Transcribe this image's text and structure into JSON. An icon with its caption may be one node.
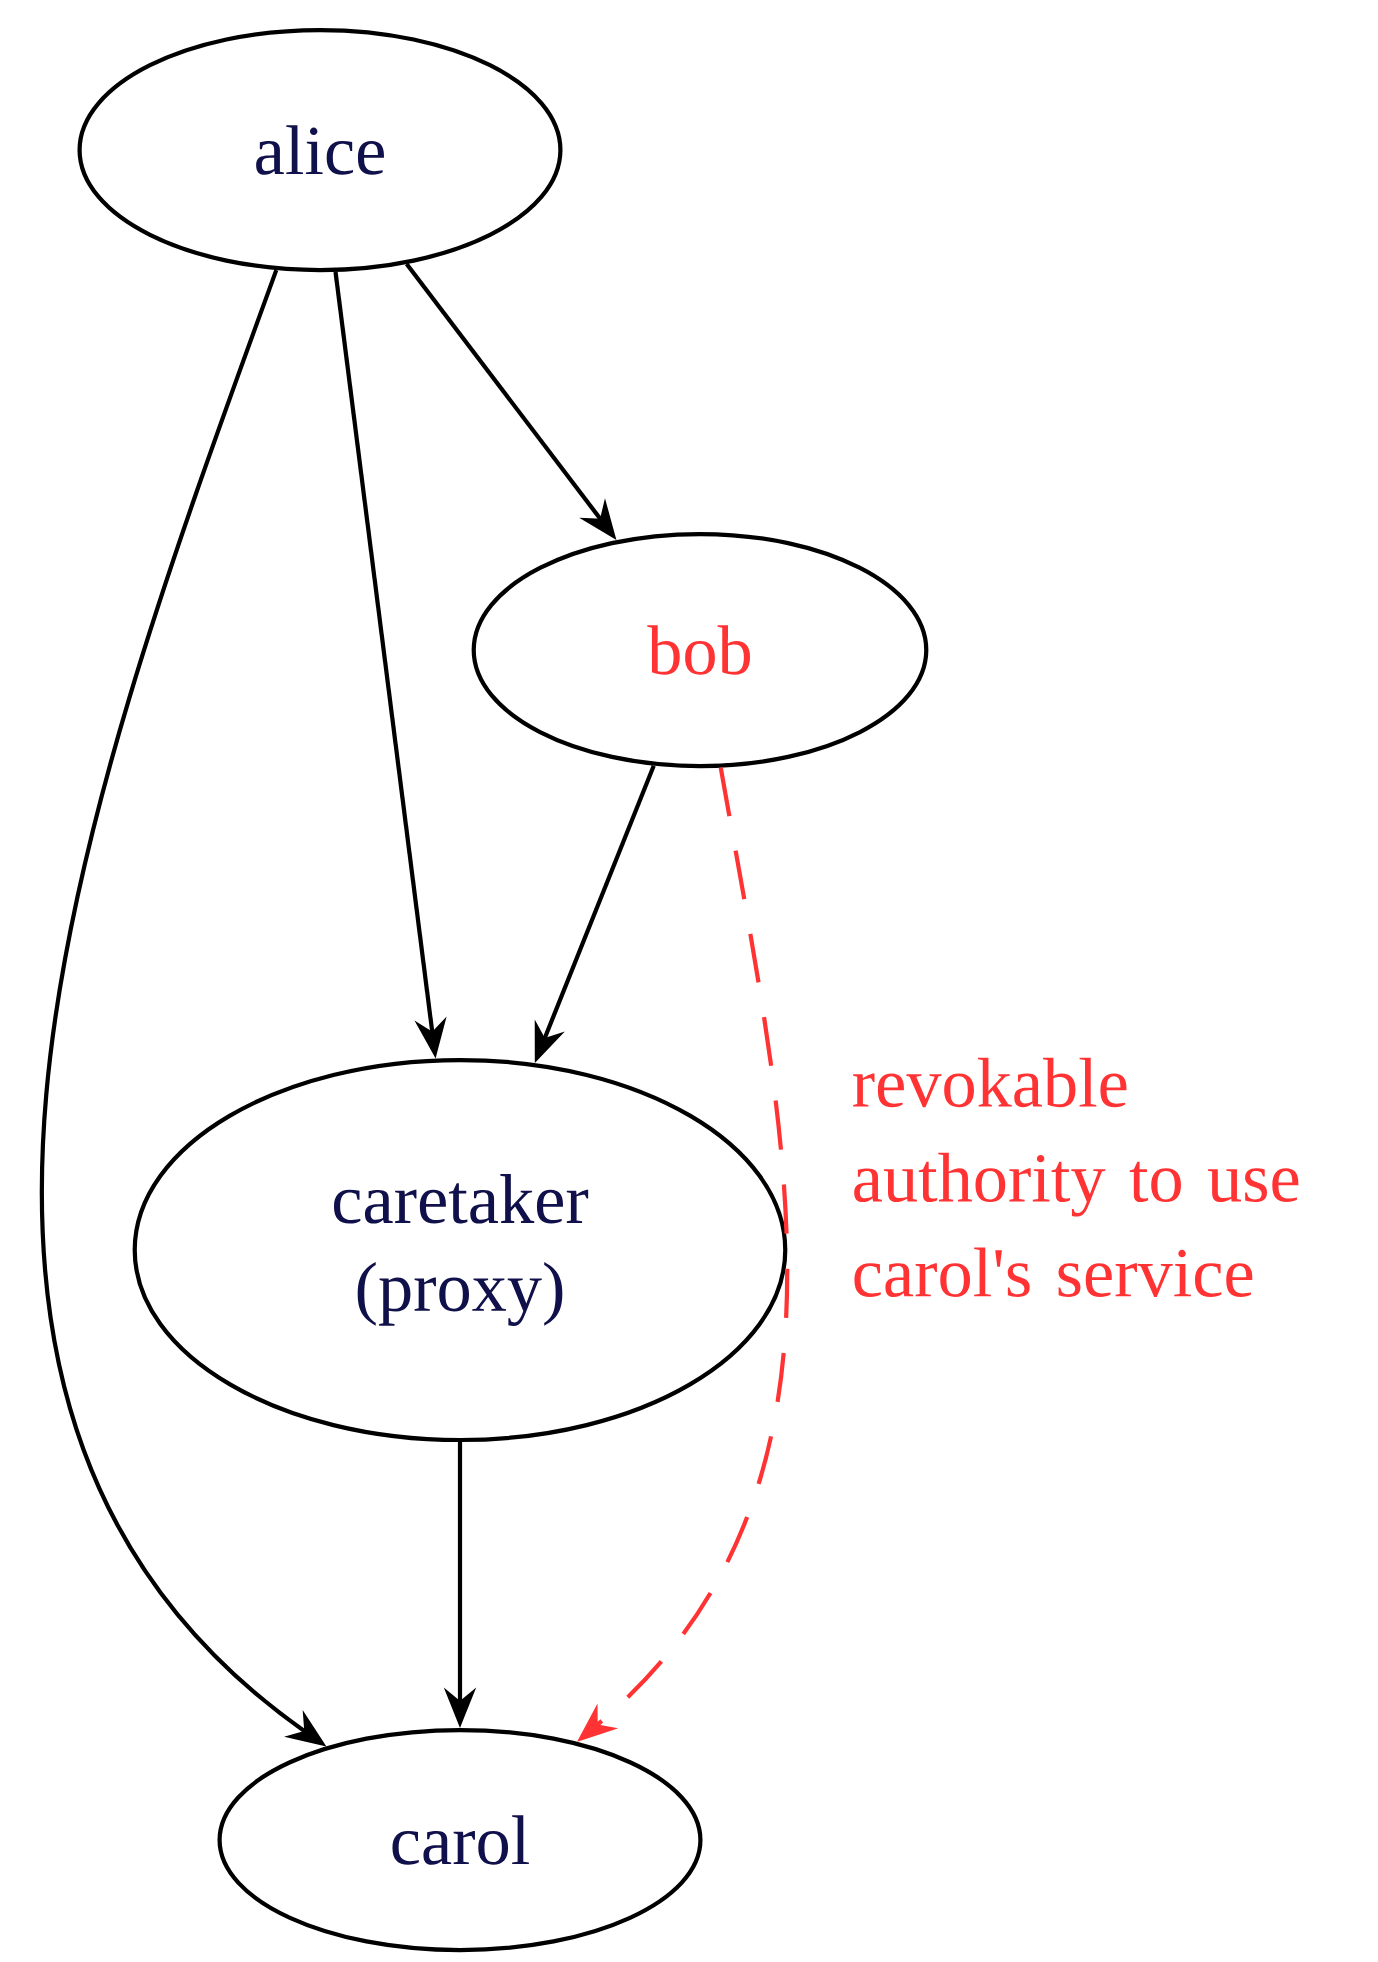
{
  "diagram": {
    "nodes": [
      {
        "text": [
          "alice"
        ]
      },
      {
        "text": [
          "bob"
        ]
      },
      {
        "text": [
          "caretaker (proxy)"
        ]
      },
      {
        "text": [
          "carol"
        ]
      }
    ],
    "edges": [
      {
        "from": 0,
        "to": 3,
        "arrow": "to"
      },
      {
        "from": 0,
        "to": 2,
        "arrow": "to"
      },
      {
        "from": 0,
        "to": 1,
        "arrow": "to"
      },
      {
        "from": 1,
        "to": 2,
        "arrow": "to"
      },
      {
        "from": 2,
        "to": 3,
        "arrow": "to"
      },
      {
        "from": 1,
        "to": 3,
        "arrow": "to",
        "label": "revokable authority to use carol's service",
        "style": "dashed",
        "color": "#ff3333"
      }
    ]
  }
}
